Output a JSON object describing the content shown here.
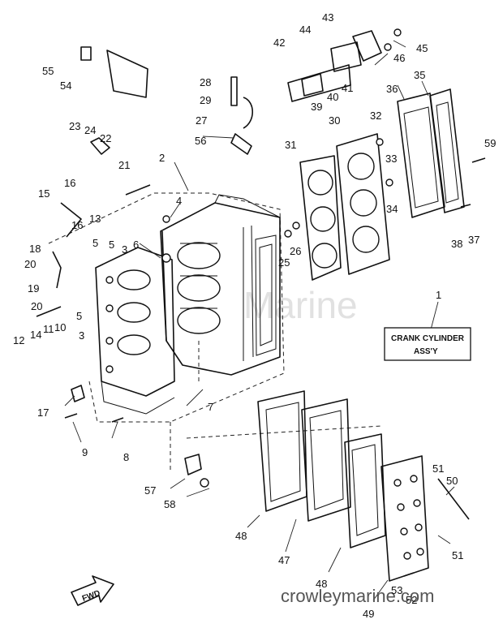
{
  "diagram": {
    "assembly_label_line1": "CRANK CYLINDER",
    "assembly_label_line2": "ASS'Y",
    "assembly_callout": "1",
    "watermark": "Marine",
    "site": "crowleymarine.com",
    "fwd_label": "FWD",
    "callouts": [
      "2",
      "3",
      "3",
      "4",
      "5",
      "5",
      "5",
      "6",
      "7",
      "8",
      "9",
      "10",
      "11",
      "12",
      "13",
      "14",
      "15",
      "16",
      "16",
      "17",
      "18",
      "19",
      "20",
      "20",
      "21",
      "22",
      "23",
      "24",
      "25",
      "26",
      "27",
      "28",
      "29",
      "30",
      "31",
      "32",
      "33",
      "34",
      "35",
      "36",
      "37",
      "38",
      "39",
      "40",
      "41",
      "42",
      "43",
      "44",
      "45",
      "46",
      "47",
      "48",
      "48",
      "49",
      "50",
      "51",
      "51",
      "52",
      "53",
      "54",
      "55",
      "56",
      "57",
      "58",
      "59"
    ]
  }
}
